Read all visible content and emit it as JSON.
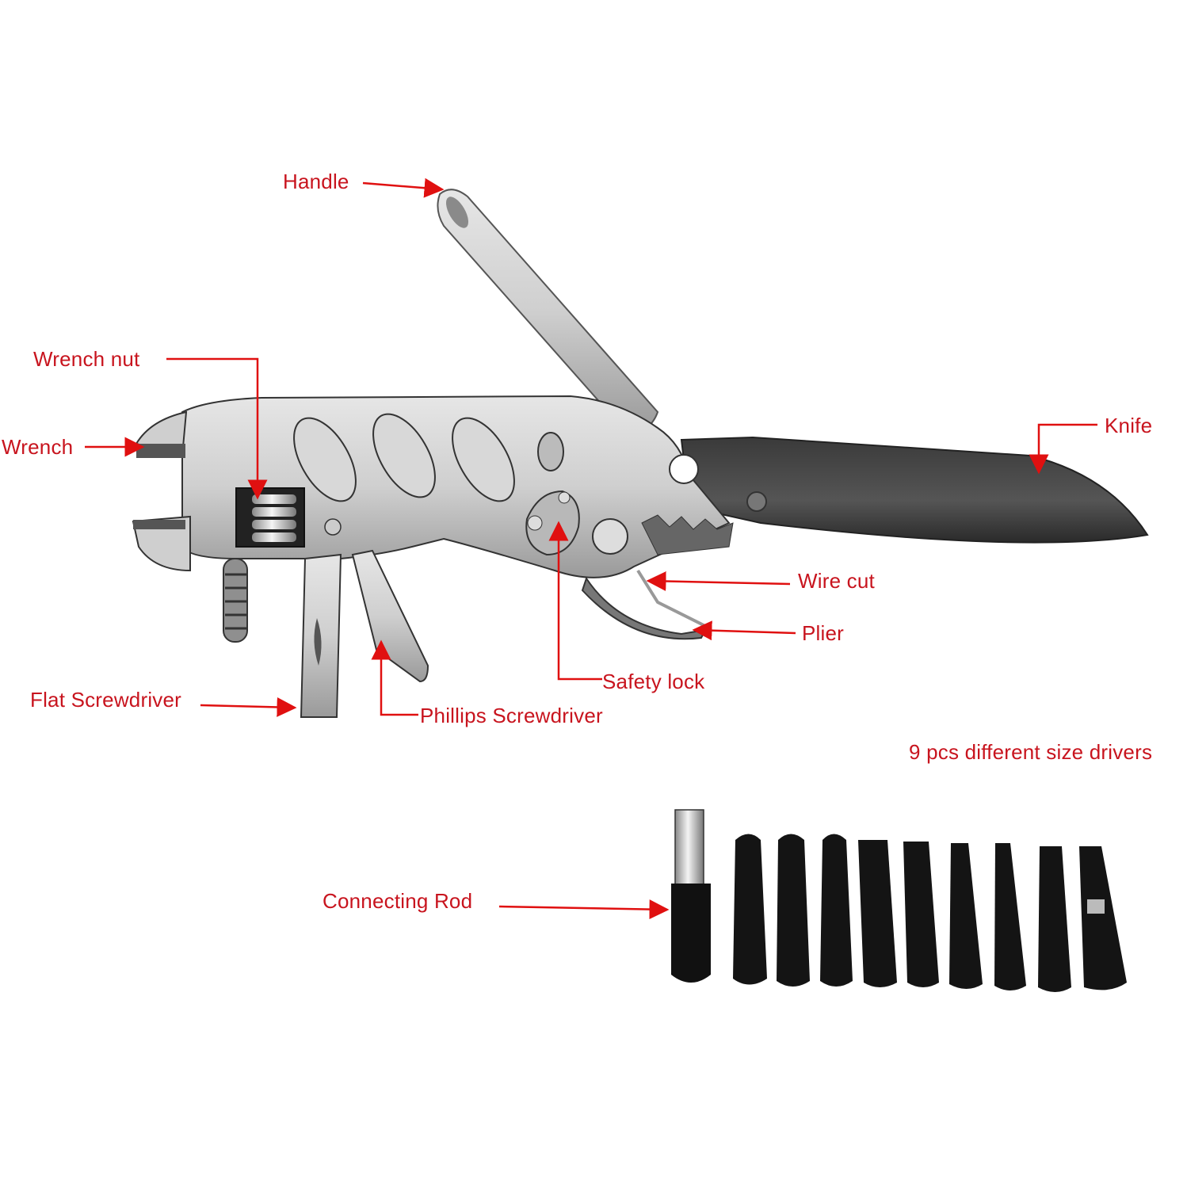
{
  "diagram": {
    "subject": "multi-tool",
    "label_color": "#c8141e",
    "labels": {
      "handle": "Handle",
      "wrench_nut": "Wrench nut",
      "wrench": "Wrench",
      "knife": "Knife",
      "wire_cut": "Wire cut",
      "plier": "Plier",
      "safety_lock": "Safety lock",
      "flat_screwdriver": "Flat Screwdriver",
      "phillips_screwdriver": "Phillips Screwdriver",
      "drivers_caption": "9 pcs different size drivers",
      "connecting_rod": "Connecting Rod"
    },
    "bits": {
      "count": 9,
      "types": [
        "phillips",
        "phillips",
        "phillips",
        "flat",
        "flat",
        "flat",
        "hex",
        "hex",
        "hex"
      ]
    }
  }
}
